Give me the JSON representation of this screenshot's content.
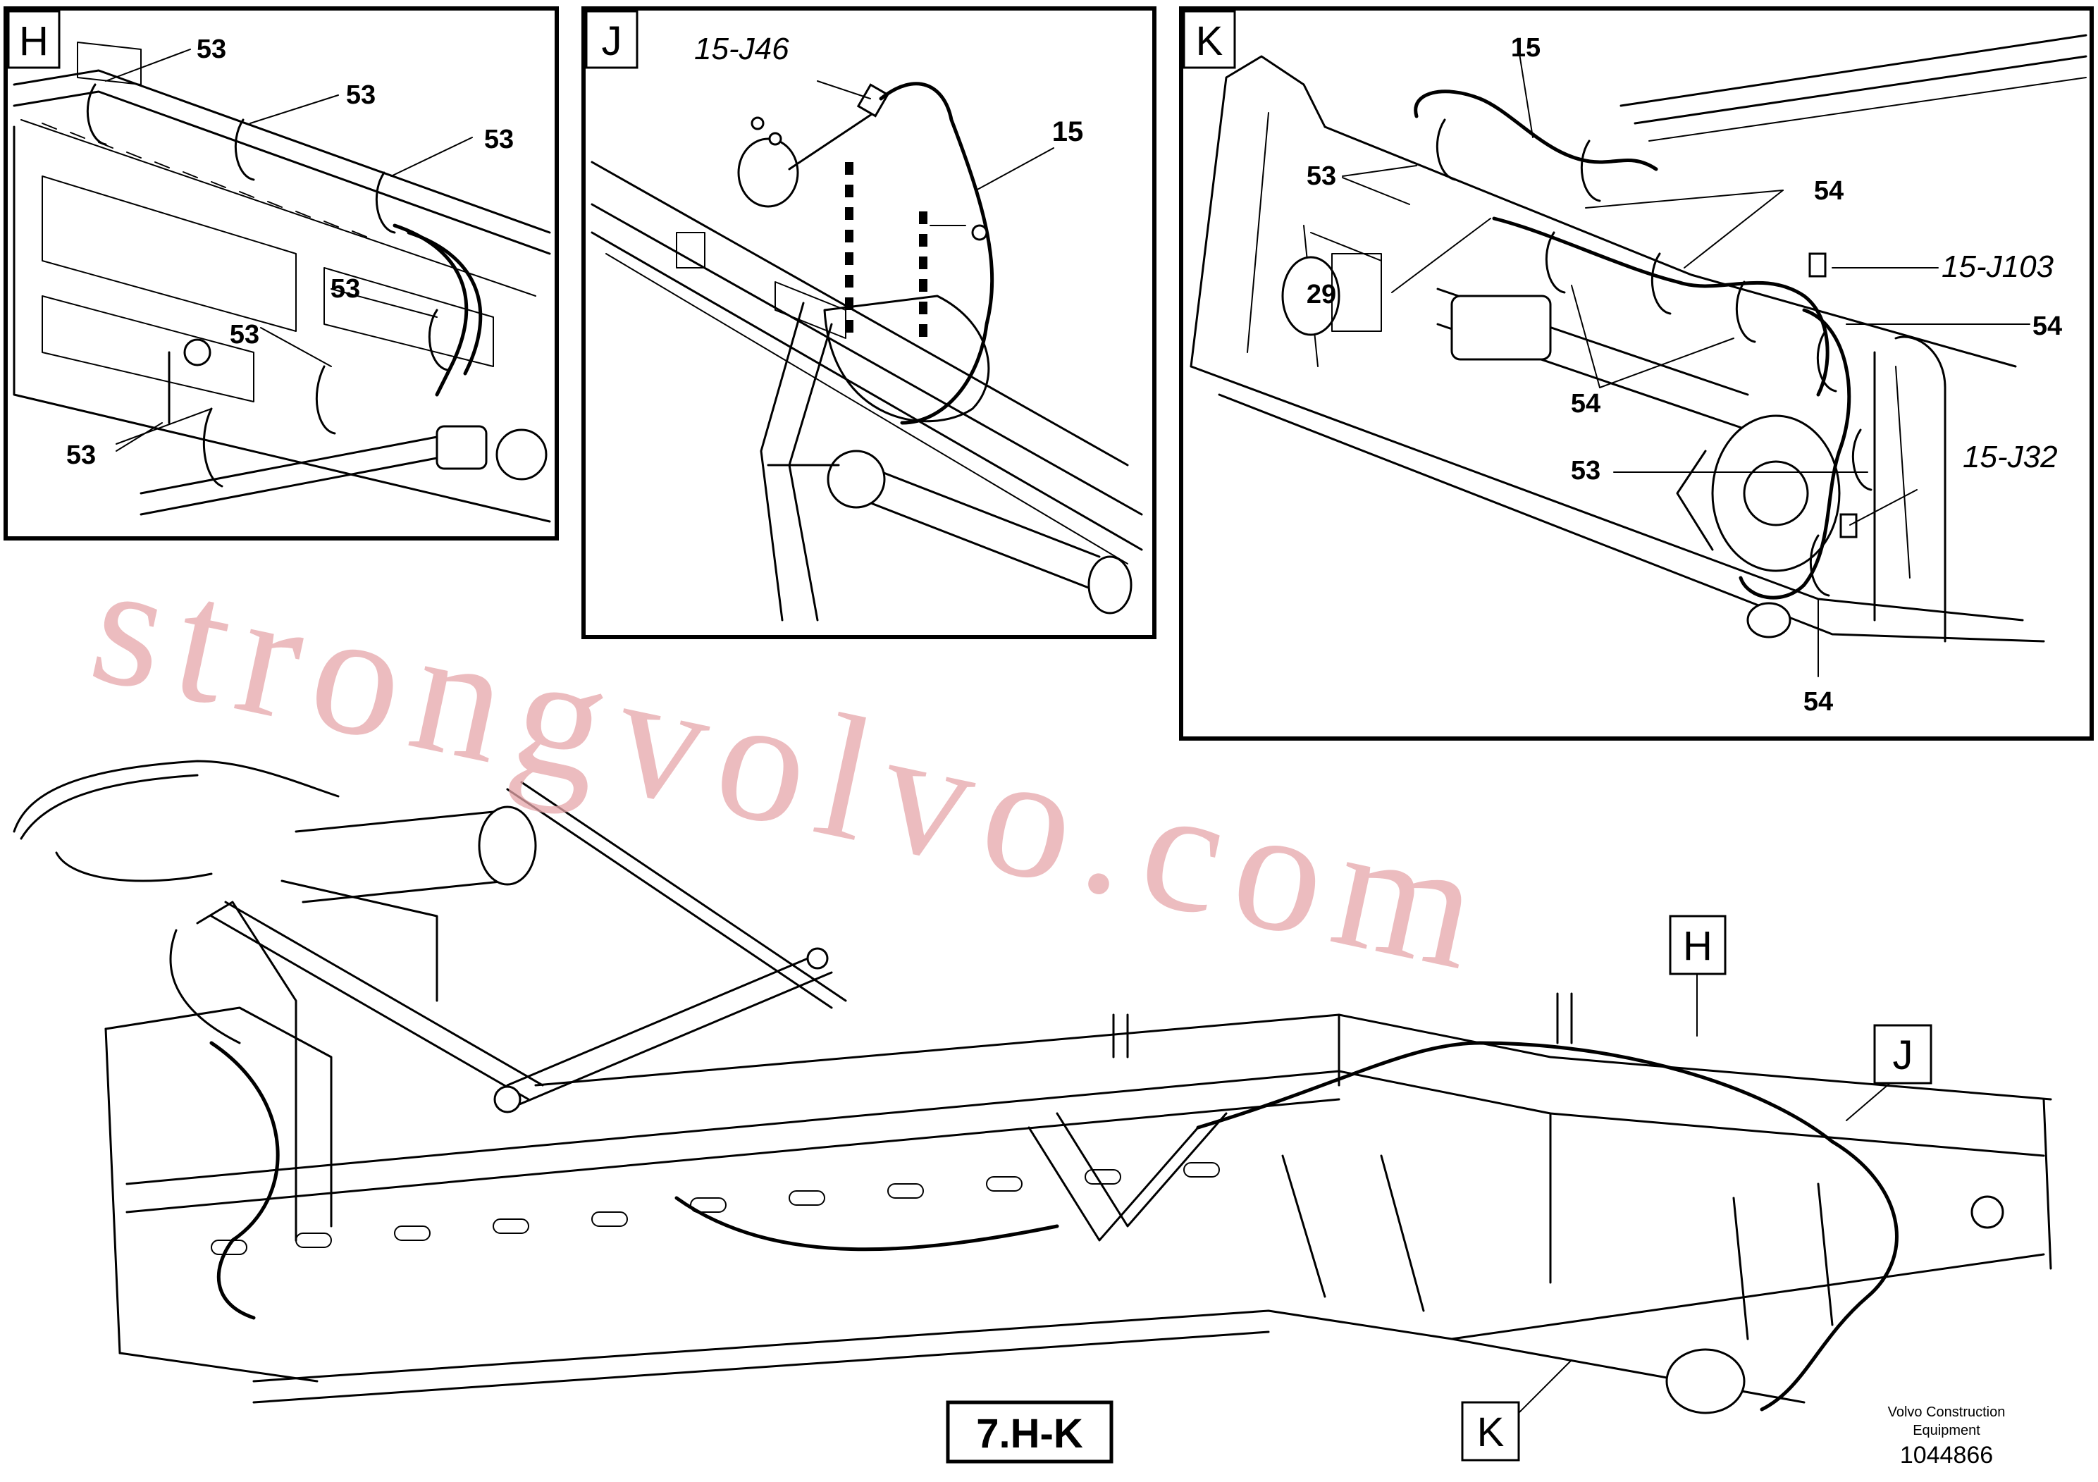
{
  "panels": {
    "h": {
      "letter": "H",
      "callouts": [
        "53",
        "53",
        "53",
        "53",
        "53",
        "53"
      ]
    },
    "j": {
      "letter": "J",
      "ref_connector": "15-J46",
      "callout_cable": "15"
    },
    "k": {
      "letter": "K",
      "callouts": {
        "top_cable": "15",
        "left_53": "53",
        "left_29": "29",
        "mid_54": "54",
        "right_54": "54",
        "center_54": "54",
        "center_53": "53",
        "bottom_54": "54"
      },
      "ref_upper": "15-J103",
      "ref_lower": "15-J32"
    }
  },
  "overview": {
    "marker_h": "H",
    "marker_j": "J",
    "marker_k": "K",
    "view_label": "7.H-K"
  },
  "watermark": "strongvolvo.com",
  "footer": {
    "company_line1": "Volvo Construction",
    "company_line2": "Equipment",
    "drawing_number": "1044866"
  }
}
